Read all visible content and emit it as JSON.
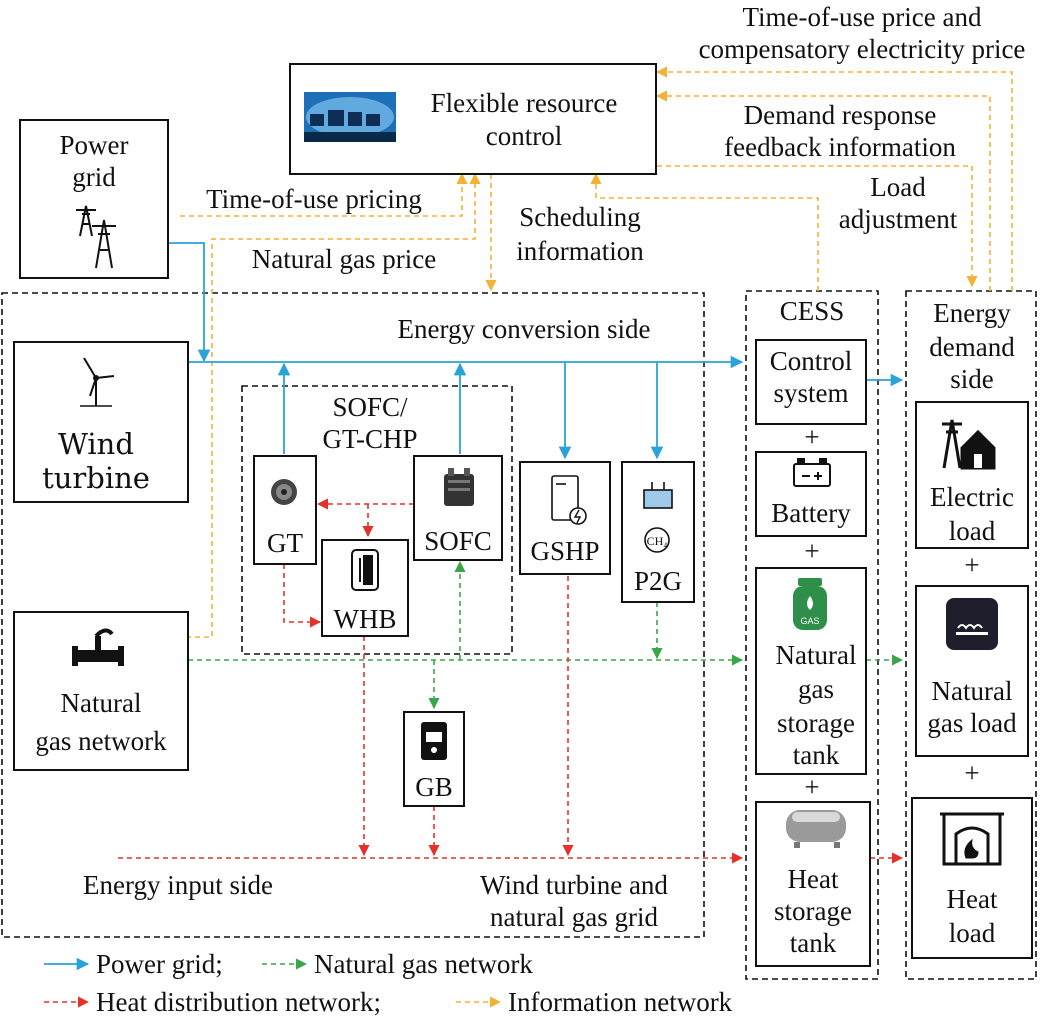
{
  "colors": {
    "power": "#2aa3d8",
    "gas": "#3aa64a",
    "heat": "#e2322b",
    "info": "#f2b235"
  },
  "control": {
    "line1": "Flexible resource",
    "line2": "control"
  },
  "power_grid": {
    "line1": "Power",
    "line2": "grid"
  },
  "wind_turbine": {
    "line1": "Wind",
    "line2": "turbine"
  },
  "gas_network": {
    "line1": "Natural",
    "line2": "gas network"
  },
  "sofc_group": {
    "line1": "SOFC/",
    "line2": "GT-CHP"
  },
  "devices": {
    "gt": "GT",
    "sofc": "SOFC",
    "whb": "WHB",
    "gshp": "GSHP",
    "p2g": "P2G",
    "gb": "GB"
  },
  "cess": {
    "title": "CESS",
    "control_line1": "Control",
    "control_line2": "system",
    "battery": "Battery",
    "gas_tank": [
      "Natural",
      "gas",
      "storage",
      "tank"
    ],
    "heat_tank": [
      "Heat",
      "storage",
      "tank"
    ],
    "plus": "+"
  },
  "demand": {
    "title": [
      "Energy",
      "demand",
      "side"
    ],
    "electric": [
      "Electric",
      "load"
    ],
    "gas": [
      "Natural",
      "gas load"
    ],
    "heat": [
      "Heat",
      "load"
    ],
    "plus": "+"
  },
  "labels": {
    "tou_price": [
      "Time-of-use price and",
      "compensatory electricity price"
    ],
    "dr_feedback": [
      "Demand response",
      "feedback information"
    ],
    "load_adjust": [
      "Load",
      "adjustment"
    ],
    "tou_pricing": "Time-of-use pricing",
    "scheduling": [
      "Scheduling",
      "information"
    ],
    "gas_price": "Natural gas price",
    "conversion_side": "Energy conversion side",
    "input_side": "Energy input side",
    "wind_gas_grid": [
      "Wind turbine and",
      "natural gas grid"
    ]
  },
  "legend": {
    "power": "Power grid;",
    "gas": "Natural gas network",
    "heat": "Heat distribution network;",
    "info": "Information network"
  }
}
